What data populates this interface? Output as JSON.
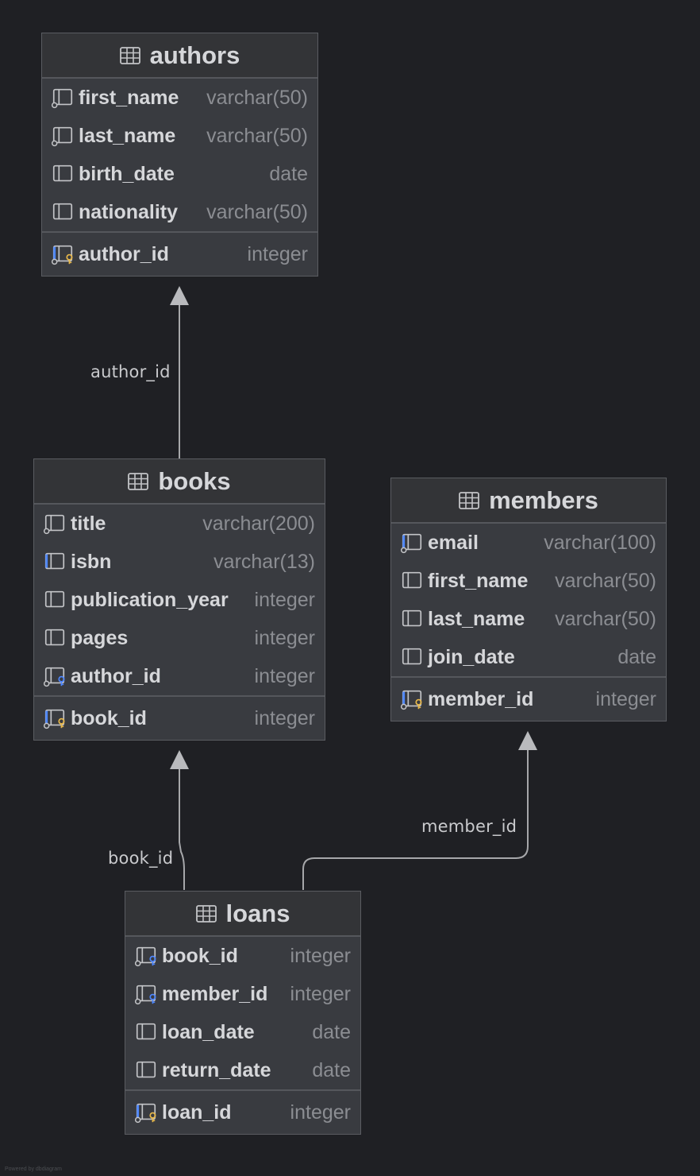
{
  "tables": {
    "authors": {
      "name": "authors",
      "columns": [
        {
          "name": "first_name",
          "type": "varchar(50)",
          "icon": "column-indexed-icon"
        },
        {
          "name": "last_name",
          "type": "varchar(50)",
          "icon": "column-indexed-icon"
        },
        {
          "name": "birth_date",
          "type": "date",
          "icon": "column-icon"
        },
        {
          "name": "nationality",
          "type": "varchar(50)",
          "icon": "column-icon"
        }
      ],
      "pk": {
        "name": "author_id",
        "type": "integer",
        "icon": "primary-key-icon"
      }
    },
    "books": {
      "name": "books",
      "columns": [
        {
          "name": "title",
          "type": "varchar(200)",
          "icon": "column-indexed-icon"
        },
        {
          "name": "isbn",
          "type": "varchar(13)",
          "icon": "column-unique-icon"
        },
        {
          "name": "publication_year",
          "type": "integer",
          "icon": "column-icon"
        },
        {
          "name": "pages",
          "type": "integer",
          "icon": "column-icon"
        },
        {
          "name": "author_id",
          "type": "integer",
          "icon": "foreign-key-icon"
        }
      ],
      "pk": {
        "name": "book_id",
        "type": "integer",
        "icon": "primary-key-icon"
      }
    },
    "members": {
      "name": "members",
      "columns": [
        {
          "name": "email",
          "type": "varchar(100)",
          "icon": "column-unique-indexed-icon"
        },
        {
          "name": "first_name",
          "type": "varchar(50)",
          "icon": "column-icon"
        },
        {
          "name": "last_name",
          "type": "varchar(50)",
          "icon": "column-icon"
        },
        {
          "name": "join_date",
          "type": "date",
          "icon": "column-icon"
        }
      ],
      "pk": {
        "name": "member_id",
        "type": "integer",
        "icon": "primary-key-icon"
      }
    },
    "loans": {
      "name": "loans",
      "columns": [
        {
          "name": "book_id",
          "type": "integer",
          "icon": "foreign-key-icon"
        },
        {
          "name": "member_id",
          "type": "integer",
          "icon": "foreign-key-icon"
        },
        {
          "name": "loan_date",
          "type": "date",
          "icon": "column-icon"
        },
        {
          "name": "return_date",
          "type": "date",
          "icon": "column-icon"
        }
      ],
      "pk": {
        "name": "loan_id",
        "type": "integer",
        "icon": "primary-key-icon"
      }
    }
  },
  "relationships": [
    {
      "from": "books",
      "to": "authors",
      "label": "author_id"
    },
    {
      "from": "loans",
      "to": "books",
      "label": "book_id"
    },
    {
      "from": "loans",
      "to": "members",
      "label": "member_id"
    }
  ],
  "footer": "Powered by dbdiagram",
  "colors": {
    "background": "#1f2024",
    "table_body": "#393b40",
    "table_header": "#333437",
    "text": "#d6d7da",
    "type_text": "#8b8d92",
    "edge": "#a6a7aa",
    "key_blue": "#4d86ff",
    "key_gold": "#e8b84a"
  }
}
